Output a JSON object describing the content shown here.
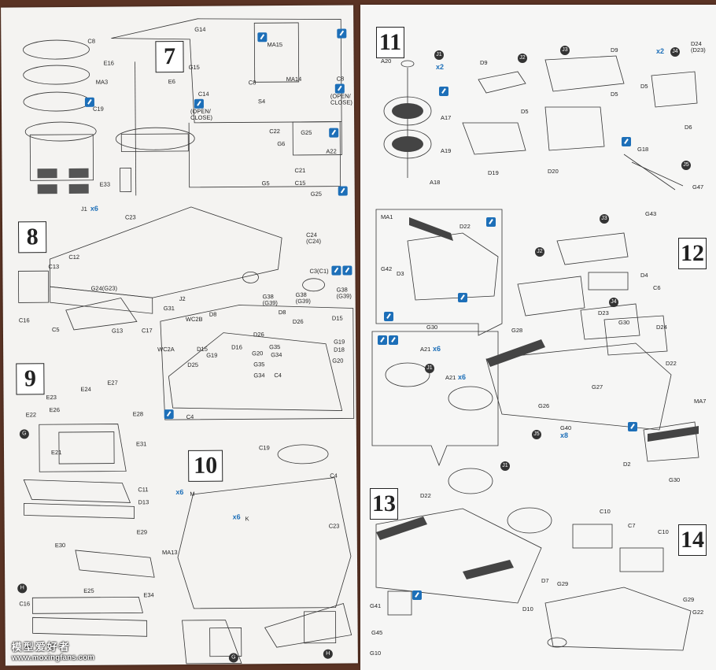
{
  "steps": {
    "s7": "7",
    "s8": "8",
    "s9": "9",
    "s10": "10",
    "s11": "11",
    "s12": "12",
    "s13": "13",
    "s14": "14"
  },
  "labels_left": {
    "c8": "C8",
    "e16": "E16",
    "e6": "E6",
    "ma3": "MA3",
    "c19": "C19",
    "e33": "E33",
    "j1x6": "J1",
    "x6a": "x6",
    "g14": "G14",
    "g15": "G15",
    "c14": "C14",
    "open_close1": "(OPEN/\nCLOSE)",
    "c8b": "C8",
    "ma15": "MA15",
    "ma14": "MA14",
    "s4": "S4",
    "c8c": "C8",
    "open_close2": "(OPEN/\nCLOSE)",
    "c22": "C22",
    "g6": "G6",
    "g25": "G25",
    "a22": "A22",
    "c21": "C21",
    "g5": "G5",
    "c15": "C15",
    "g25b": "G25",
    "c23": "C23",
    "c12": "C12",
    "c13": "C13",
    "g24": "G24(G23)",
    "c16": "C16",
    "c5": "C5",
    "g13": "G13",
    "c17": "C17",
    "g31": "G31",
    "j2": "J2",
    "c24": "C24\n(C24)",
    "c3": "C3(C1)",
    "g38a": "G38\n(G39)",
    "g38b": "G38\n(G39)",
    "g38c": "G38\n(G39)",
    "wc2b": "WC2B",
    "wc2a": "WC2A",
    "d8": "D8",
    "d8b": "D8",
    "d15": "D15",
    "d16": "D16",
    "d26": "D26",
    "d26b": "D26",
    "d15b": "D15",
    "g19": "G19",
    "g19b": "G19",
    "d18": "D18",
    "g20": "G20",
    "g20b": "G20",
    "g35": "G35",
    "g34": "G34",
    "g35b": "G35",
    "g34b": "G34",
    "d25": "D25",
    "c4": "C4",
    "c4b": "C4",
    "e23": "E23",
    "e24": "E24",
    "e27": "E27",
    "e26": "E26",
    "e22": "E22",
    "e28": "E28",
    "e31": "E31",
    "e21": "E21",
    "c11": "C11",
    "d13": "D13",
    "e29": "E29",
    "e30": "E30",
    "e25": "E25",
    "e34": "E34",
    "c16b": "C16",
    "c19b": "C19",
    "c4c": "C4",
    "x6m": "M",
    "x6k": "K",
    "ma13": "MA13",
    "c23b": "C23",
    "g_circle": "G",
    "h_circle": "H",
    "g_circle2": "G",
    "h_circle2": "H"
  },
  "labels_right": {
    "a20": "A20",
    "j1": "J1",
    "x2": "x2",
    "a17": "A17",
    "a19": "A19",
    "a18": "A18",
    "d9": "D9",
    "j2": "J2",
    "d5": "D5",
    "d19": "D19",
    "j3": "J3",
    "d9b": "D9",
    "d5b": "D5",
    "d20": "D20",
    "x2b": "x2",
    "j4": "J4",
    "d24": "D24\n(D23)",
    "d5c": "D5",
    "d6": "D6",
    "g18": "G18",
    "j5": "J5",
    "g47": "G47",
    "g43": "G43",
    "ma1": "MA1",
    "d22": "D22",
    "g42": "G42",
    "d3": "D3",
    "g30": "G30",
    "j3b": "J3",
    "j2b": "J2",
    "d4": "D4",
    "c6": "C6",
    "j4b": "J4",
    "d23": "D23",
    "g30b": "G30",
    "d24b": "D24",
    "g28": "G28",
    "g27": "G27",
    "d22b": "D22",
    "ma7": "MA7",
    "g26": "G26",
    "j5b": "J5",
    "g40": "G40",
    "x8": "x8",
    "d2": "D2",
    "g30c": "G30",
    "a21": "A21",
    "x6": "x6",
    "j1b": "J1",
    "a21b": "A21",
    "x6b": "x6",
    "j1c": "J1",
    "d22c": "D22",
    "g41": "G41",
    "g45": "G45",
    "g10": "G10",
    "c10": "C10",
    "c7": "C7",
    "c10b": "C10",
    "d7": "D7",
    "g29": "G29",
    "g29b": "G29",
    "d10": "D10",
    "g22": "G22"
  },
  "watermark": {
    "title": "模型爱好者",
    "url": "www.moxingfans.com"
  },
  "colors": {
    "accent": "#1d6fb8",
    "paper": "#f4f3f1",
    "background": "#5a3324"
  },
  "icons": [
    "paint-icon",
    "open-close-icon",
    "part-circle-ref"
  ]
}
